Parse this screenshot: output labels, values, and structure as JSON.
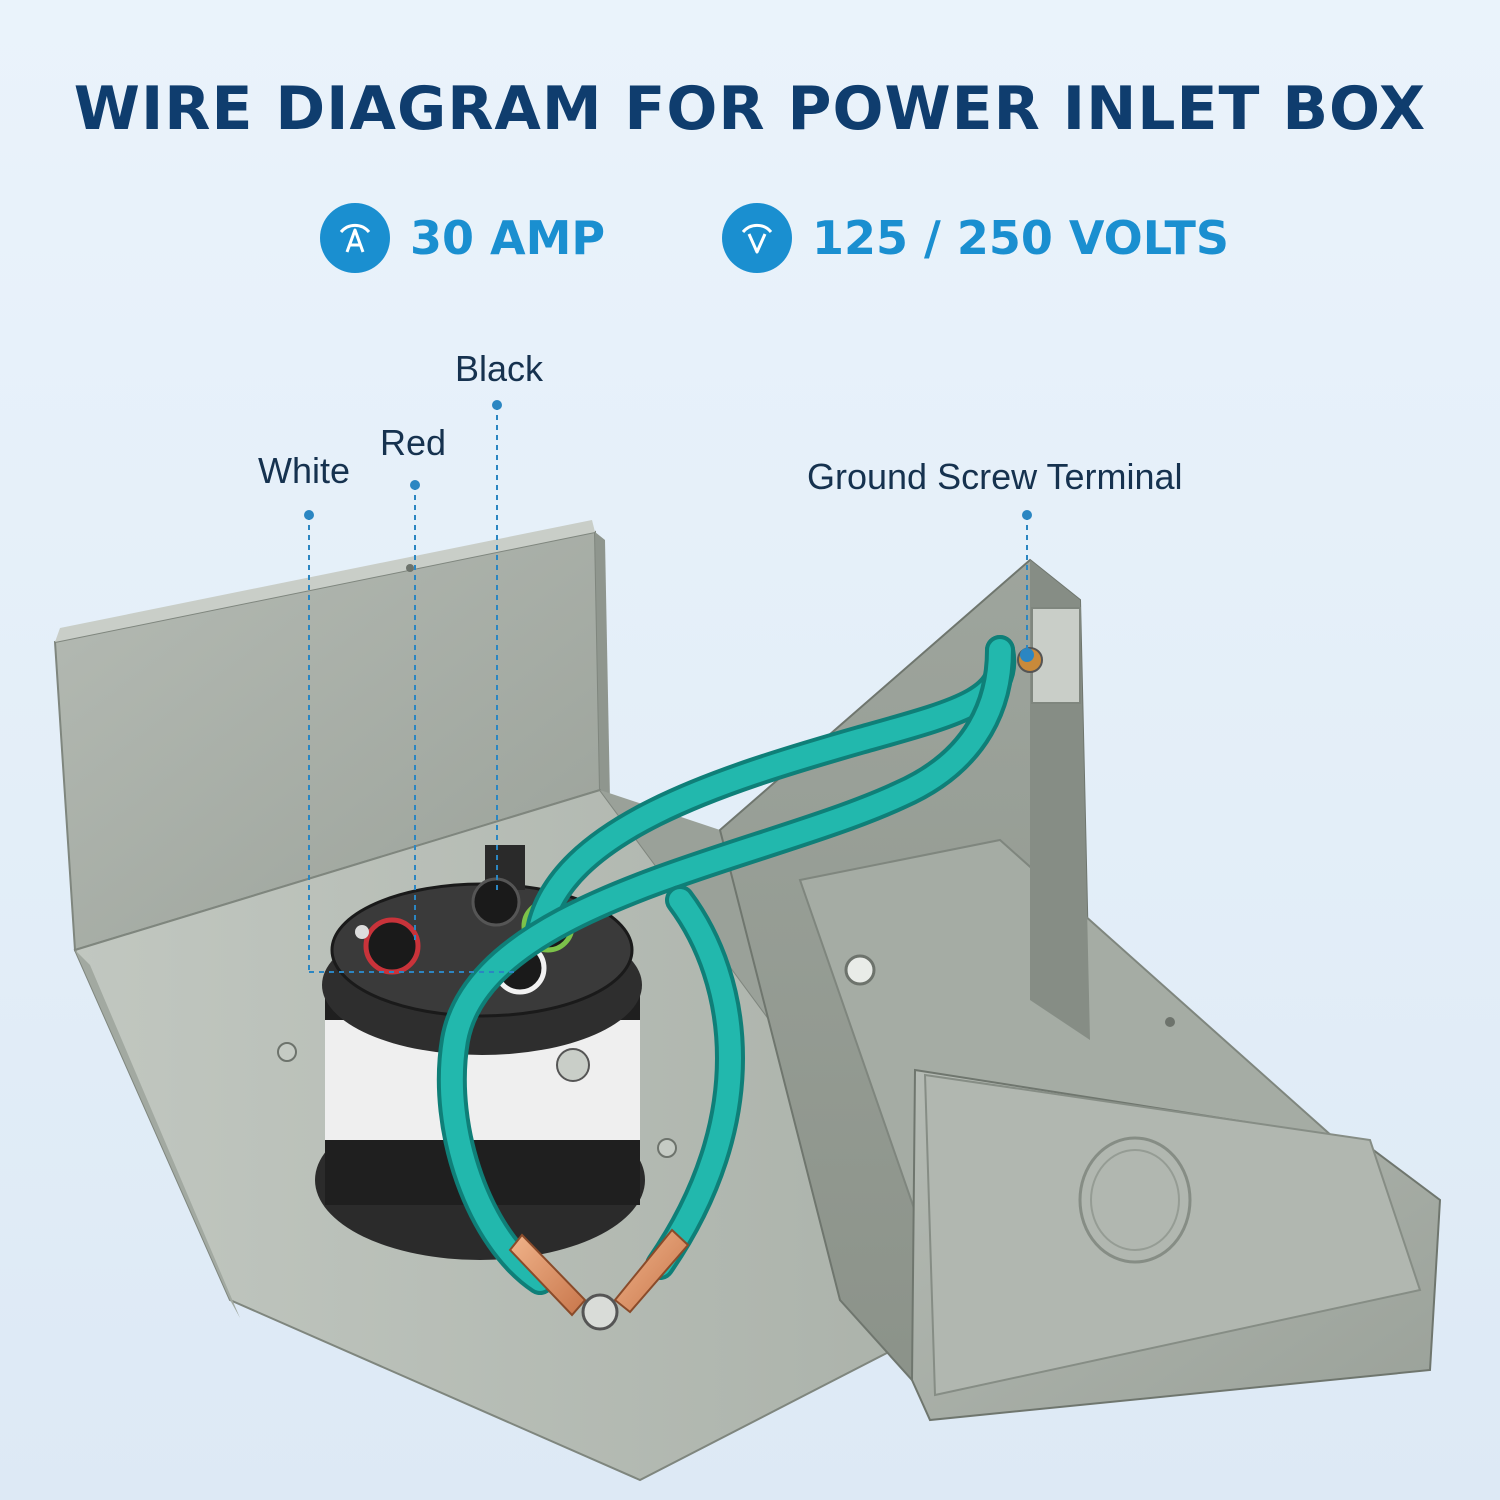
{
  "title": "WIRE DIAGRAM FOR POWER INLET BOX",
  "specs": [
    {
      "icon": "ampere-icon",
      "value": "30 AMP"
    },
    {
      "icon": "voltage-icon",
      "value": "125 / 250 VOLTS"
    }
  ],
  "callouts": {
    "black": "Black",
    "red": "Red",
    "white": "White",
    "ground": "Ground Screw Terminal"
  },
  "colors": {
    "title": "#0f3d6e",
    "accent": "#1a8fd0",
    "box": "#a7aea6",
    "wire": "#1fb3a8"
  }
}
